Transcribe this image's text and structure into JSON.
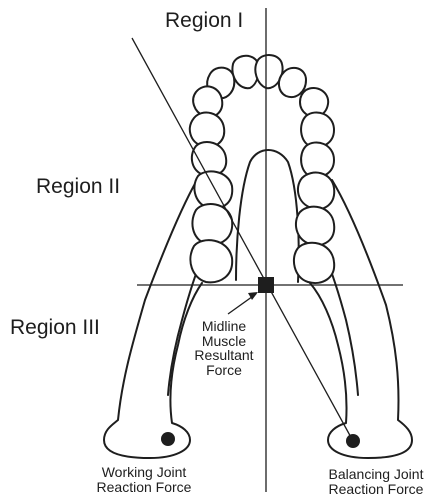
{
  "labels": {
    "region_1": "Region I",
    "region_2": "Region II",
    "region_3": "Region III",
    "midline_1": "Midline",
    "midline_2": "Muscle",
    "midline_3": "Resultant",
    "midline_4": "Force",
    "working_1": "Working Joint",
    "working_2": "Reaction Force",
    "balancing_1": "Balancing Joint",
    "balancing_2": "Reaction Force"
  },
  "colors": {
    "ink": "#1e1e1e",
    "tooth_fill": "#ffffff",
    "background": "#ffffff"
  }
}
